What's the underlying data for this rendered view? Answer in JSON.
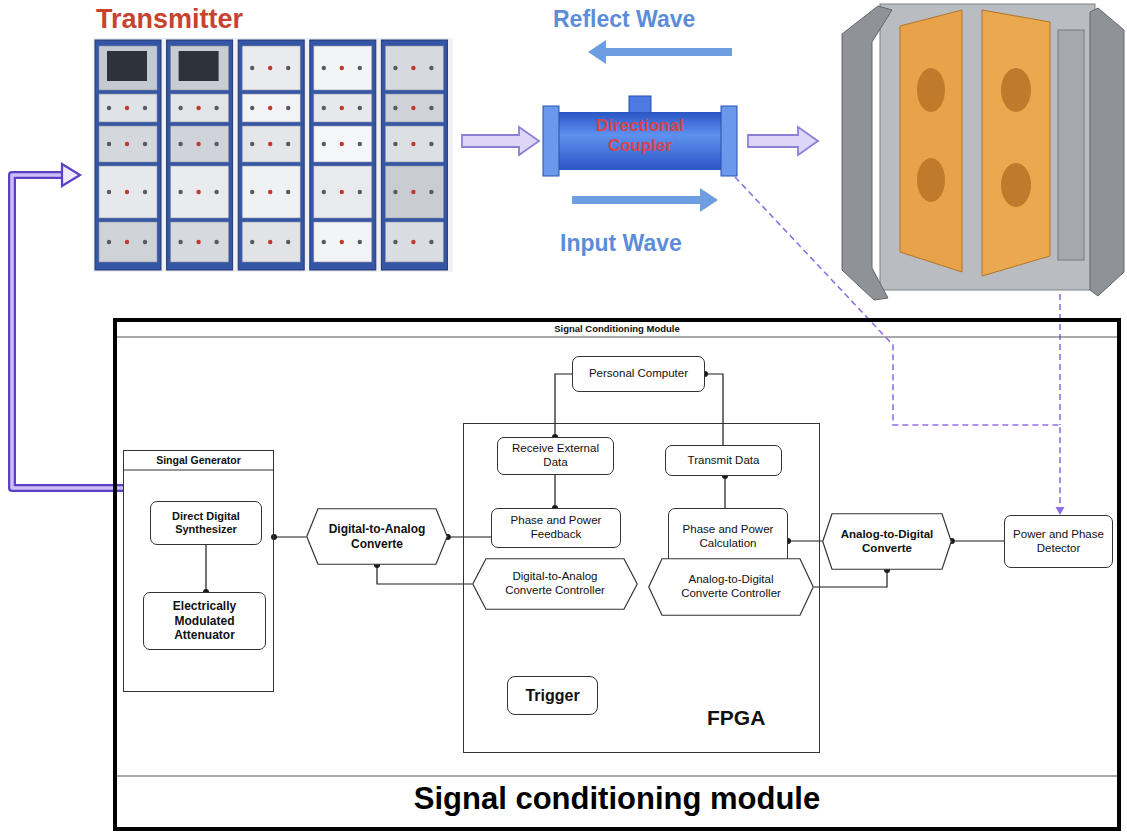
{
  "diagram": {
    "nodes": [
      {
        "text": [
          "Transmitter"
        ]
      },
      {
        "text": [
          "Directional Coupler"
        ]
      },
      {
        "text": [
          "Signal Conditioning Module",
          "Signal conditioning module"
        ]
      },
      {
        "text": [
          "Personal Computer"
        ],
        "in": 2
      },
      {
        "text": [
          "FPGA"
        ],
        "in": 2
      },
      {
        "text": [
          "Receive External Data"
        ],
        "in": 4
      },
      {
        "text": [
          "Transmit Data"
        ],
        "in": 4
      },
      {
        "text": [
          "Singal Generator"
        ],
        "in": 2
      },
      {
        "text": [
          "Direct Digital Synthesizer"
        ],
        "in": 7
      },
      {
        "text": [
          "Digital-to-Analog Converte"
        ],
        "in": 2
      },
      {
        "text": [
          "Phase and Power Feedback"
        ],
        "in": 4
      },
      {
        "text": [
          "Phase and Power Calculation"
        ],
        "in": 4
      },
      {
        "text": [
          "Analog-to-Digital Converte"
        ],
        "in": 2
      },
      {
        "text": [
          "Power and Phase Detector"
        ],
        "in": 2
      },
      {
        "text": [
          "Electrically Modulated Attenuator"
        ],
        "in": 7
      },
      {
        "text": [
          "Digital-to-Analog Converte Controller"
        ],
        "in": 4
      },
      {
        "text": [
          "Analog-to-Digital Converte Controller"
        ],
        "in": 4
      },
      {
        "text": [
          "Trigger"
        ],
        "in": 4
      }
    ],
    "edges": [
      {
        "from": 7,
        "to": 0,
        "arrow": "to"
      },
      {
        "from": 0,
        "to": 1,
        "arrow": "to"
      },
      {
        "from": 1,
        "to": 13,
        "arrow": "to"
      },
      {
        "from": 8,
        "to": 14,
        "arrow": "to"
      },
      {
        "from": 9,
        "to": 7,
        "arrow": "to"
      },
      {
        "from": 10,
        "to": 9,
        "arrow": "to"
      },
      {
        "from": 5,
        "to": 10,
        "arrow": "to"
      },
      {
        "from": 3,
        "to": 5,
        "arrow": "to"
      },
      {
        "from": 6,
        "to": 3,
        "arrow": "to"
      },
      {
        "from": 11,
        "to": 6,
        "arrow": "to"
      },
      {
        "from": 12,
        "to": 11,
        "arrow": "to"
      },
      {
        "from": 13,
        "to": 12,
        "arrow": "to"
      },
      {
        "from": 15,
        "to": 9,
        "arrow": "to"
      },
      {
        "from": 16,
        "to": 12,
        "arrow": "to"
      }
    ],
    "labels": [
      "Reflect Wave",
      "Input Wave"
    ]
  }
}
